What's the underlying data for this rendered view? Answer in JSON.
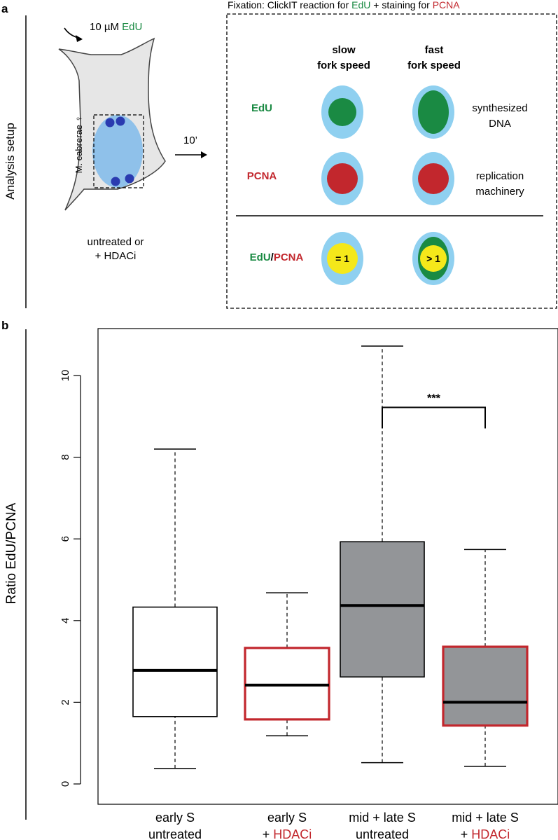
{
  "panel_a": {
    "label": "a",
    "side_title": "Analysis setup",
    "fixation": {
      "prefix": "Fixation: ClickIT reaction for ",
      "edu": "EdU",
      "mid": " + staining for ",
      "pcna": "PCNA"
    },
    "treatment_dose": "10 µM",
    "treatment_agent": "EdU",
    "cell_label": "M. cabrerae ♀",
    "time_label": "10’",
    "condition_line1": "untreated or",
    "condition_line2": "+ HDACi",
    "col_slow_1": "slow",
    "col_slow_2": "fork speed",
    "col_fast_1": "fast",
    "col_fast_2": "fork speed",
    "row_edu": "EdU",
    "row_pcna": "PCNA",
    "row_ratio_edu": "EdU",
    "row_ratio_sep": "/",
    "row_ratio_pcna": "PCNA",
    "desc_edu_1": "synthesized",
    "desc_edu_2": "DNA",
    "desc_pcna_1": "replication",
    "desc_pcna_2": "machinery",
    "ratio_slow": "= 1",
    "ratio_fast": "> 1",
    "colors": {
      "light_blue": "#8fd0f0",
      "edu_green": "#1a8a43",
      "pcna_red": "#c2272d",
      "ratio_yellow": "#f5e81a",
      "nucleus_blue": "#8fc1ea",
      "focus_dark": "#2a3bb0",
      "cell_gray": "#e6e6e6"
    }
  },
  "panel_b": {
    "label": "b",
    "significance": "***"
  },
  "chart_data": {
    "type": "box",
    "ylabel": "Ratio EdU/PCNA",
    "ylim": [
      0,
      11.3
    ],
    "yticks": [
      0,
      2,
      4,
      6,
      8,
      10
    ],
    "groups": [
      {
        "line1": "early S",
        "line2_prefix": "",
        "line2_highlight": "",
        "line2_plain": "untreated",
        "whisker_low": 0.38,
        "q1": 1.65,
        "median": 2.78,
        "q3": 4.33,
        "whisker_high": 8.2,
        "fill": "#ffffff",
        "stroke": "#000000"
      },
      {
        "line1": "early S",
        "line2_prefix": "+ ",
        "line2_highlight": "HDACi",
        "line2_plain": "",
        "whisker_low": 1.18,
        "q1": 1.58,
        "median": 2.42,
        "q3": 3.33,
        "whisker_high": 4.68,
        "fill": "#ffffff",
        "stroke": "#c2272d"
      },
      {
        "line1": "mid + late S",
        "line2_prefix": "",
        "line2_highlight": "",
        "line2_plain": "untreated",
        "whisker_low": 0.52,
        "q1": 2.62,
        "median": 4.37,
        "q3": 5.93,
        "whisker_high": 10.72,
        "fill": "#939598",
        "stroke": "#000000"
      },
      {
        "line1": "mid + late S",
        "line2_prefix": "+ ",
        "line2_highlight": "HDACi",
        "line2_plain": "",
        "whisker_low": 0.43,
        "q1": 1.43,
        "median": 2.0,
        "q3": 3.36,
        "whisker_high": 5.74,
        "fill": "#939598",
        "stroke": "#c2272d"
      }
    ],
    "comparison": {
      "from": 2,
      "to": 3,
      "y": 9.22,
      "label": "***"
    },
    "colors": {
      "highlight": "#c2272d"
    }
  }
}
